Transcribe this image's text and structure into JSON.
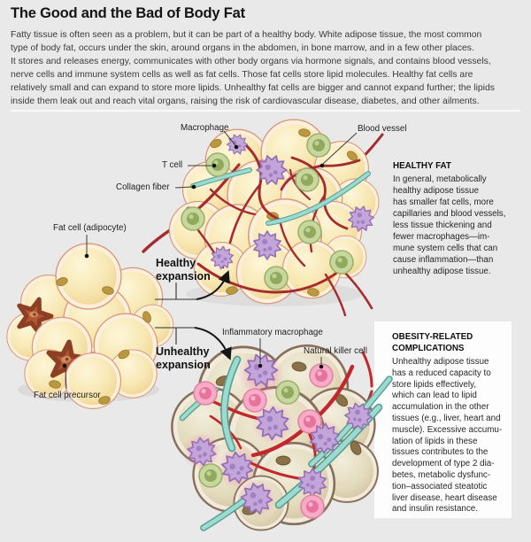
{
  "header": {
    "title": "The Good and the Bad of Body Fat",
    "intro": "Fatty tissue is often seen as a problem, but it can be part of a healthy body. White adipose tissue, the most common\ntype of body fat, occurs under the skin, around organs in the abdomen, in bone marrow, and in a few other places.\nIt stores and releases energy, communicates with other body organs via hormone signals, and contains blood vessels,\nnerve cells and immune system cells as well as fat cells. Those fat cells store lipid molecules. Healthy fat cells are\nrelatively small and can expand to store more lipids. Unhealthy fat cells are bigger and cannot expand further; the lipids\ninside them leak out and reach vital organs, raising the risk of cardiovascular disease, diabetes, and other ailments."
  },
  "diagram": {
    "labels": {
      "macrophage": "Macrophage",
      "blood_vessel": "Blood vessel",
      "t_cell": "T cell",
      "collagen_fiber": "Collagen fiber",
      "fat_cell": "Fat cell (adipocyte)",
      "healthy_expansion": "Healthy\nexpansion",
      "unhealthy_expansion": "Unhealthy\nexpansion",
      "fat_cell_precursor": "Fat cell precursor",
      "inflammatory_macrophage": "Inflammatory macrophage",
      "natural_killer_cell": "Natural killer cell"
    },
    "healthy_fat": {
      "heading": "HEALTHY FAT",
      "body": "In general, metabolically\nhealthy adipose tissue\nhas smaller fat cells, more\ncapillaries and blood vessels,\nless tissue thickening and\nfewer macrophages—im-\nmune system cells that can\ncause inflammation—than\nunhealthy adipose tissue."
    },
    "obesity": {
      "heading": "OBESITY-RELATED\nCOMPLICATIONS",
      "body": "Unhealthy adipose tissue\nhas a reduced capacity to\nstore lipids effectively,\nwhich can lead to lipid\naccumulation in the other\ntissues (e.g., liver, heart and\nmuscle). Excessive accumu-\nlation of lipids in these\ntissues contributes to the\ndevelopment of type 2 dia-\nbetes, metabolic dysfunc-\ntion–associated steatotic\nliver disease, heart disease\nand insulin resistance."
    }
  },
  "colors": {
    "background": "#e8e9e8",
    "panel_white": "#fdfdfd",
    "healthy_cell_cream": "#f8e8b4",
    "unhealthy_cell_beige": "#e4dbbd",
    "vessel_red": "#a52b2e",
    "vessel_red_bright": "#c1272d",
    "collagen_teal": "#9edacf",
    "t_cell_green": "#c7d79f",
    "nk_cell_pink": "#f7abc6",
    "macrophage_purple": "#c4a5da",
    "precursor_terracotta": "#b25634",
    "inflammation_pink": "#f26fa8"
  }
}
